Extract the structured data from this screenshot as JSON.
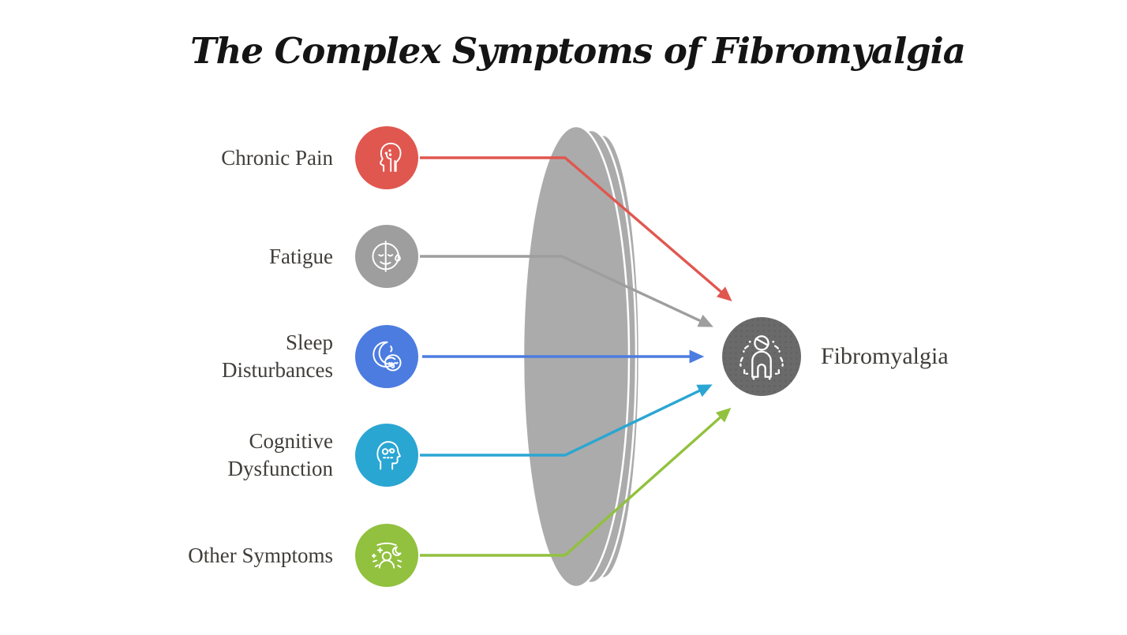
{
  "title": "The Complex Symptoms of Fibromyalgia",
  "symptoms": [
    {
      "label": "Chronic Pain",
      "color": "#E0574F",
      "icon": "head-pain-icon"
    },
    {
      "label": "Fatigue",
      "color": "#9E9E9E",
      "icon": "tired-face-icon"
    },
    {
      "label": "Sleep Disturbances",
      "color": "#4C7CE0",
      "icon": "moon-sleep-icon"
    },
    {
      "label": "Cognitive Dysfunction",
      "color": "#2AA6D2",
      "icon": "brain-fog-icon"
    },
    {
      "label": "Other Symptoms",
      "color": "#91C13E",
      "icon": "person-sparkles-icon"
    }
  ],
  "result": {
    "label": "Fibromyalgia",
    "color": "#6A6A6A",
    "icon": "patient-icon"
  },
  "lens": {
    "color": "#ABABAB",
    "divider_color": "#FFFFFF"
  },
  "colors": {
    "label_text": "#403E3A",
    "title_text": "#141414",
    "background": "#FFFFFF"
  }
}
